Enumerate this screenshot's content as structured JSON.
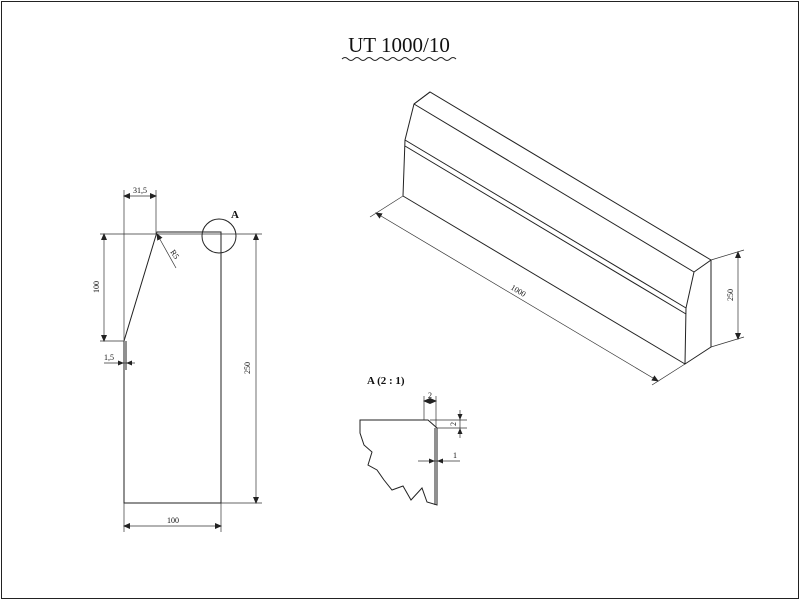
{
  "title": "UT 1000/10",
  "profile": {
    "dims": {
      "top_offset": "31,5",
      "radius": "R5",
      "slope_height": "100",
      "face_offset": "1,5",
      "total_height": "250",
      "base_width": "100"
    },
    "detail_marker": "A"
  },
  "isometric": {
    "length": "1000",
    "height": "250"
  },
  "detail": {
    "label": "A  (2 : 1)",
    "dims": {
      "chamfer_width": "2",
      "chamfer_height": "2",
      "step": "1"
    }
  }
}
